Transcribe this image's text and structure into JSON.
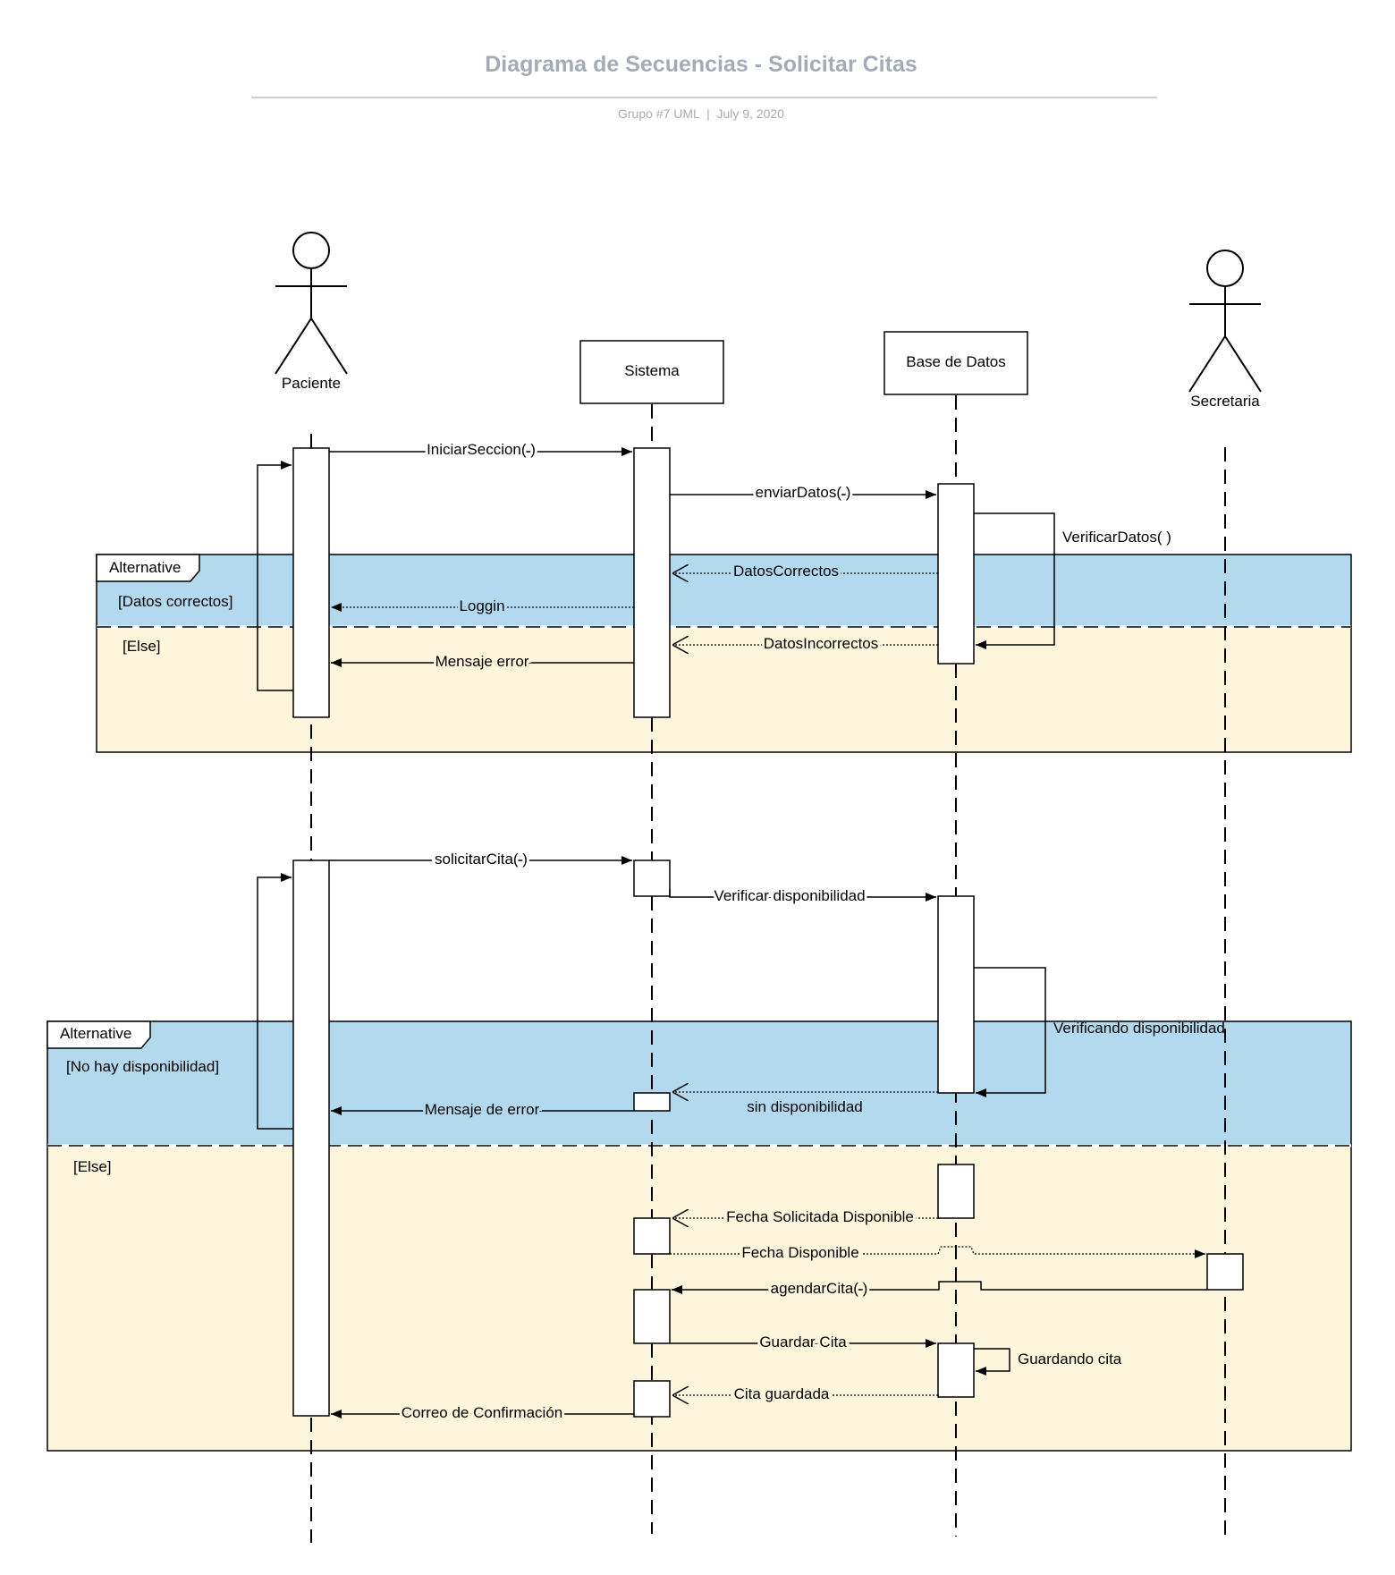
{
  "header": {
    "title": "Diagrama de Secuencias - Solicitar Citas",
    "subtitle": "Grupo #7 UML  |  July 9, 2020"
  },
  "colors": {
    "alt_blue": "#b3d9ef",
    "alt_yellow": "#fdf5dc",
    "title_gray": "#a3acb6"
  },
  "participants": [
    {
      "id": "paciente",
      "label": "Paciente",
      "kind": "actor"
    },
    {
      "id": "sistema",
      "label": "Sistema",
      "kind": "object"
    },
    {
      "id": "bd",
      "label": "Base de Datos",
      "kind": "object"
    },
    {
      "id": "secretaria",
      "label": "Secretaria",
      "kind": "actor"
    }
  ],
  "fragments": [
    {
      "operator": "Alternative",
      "guard1": "[Datos correctos]",
      "guard2": "[Else]"
    },
    {
      "operator": "Alternative",
      "guard1": "[No hay disponibilidad]",
      "guard2": "[Else]"
    }
  ],
  "messages": [
    {
      "id": "m1",
      "label": "IniciarSeccion( )",
      "from": "paciente",
      "to": "sistema",
      "type": "sync"
    },
    {
      "id": "m2",
      "label": "enviarDatos( )",
      "from": "sistema",
      "to": "bd",
      "type": "sync"
    },
    {
      "id": "m3",
      "label": "VerificarDatos( )",
      "from": "bd",
      "to": "bd",
      "type": "self"
    },
    {
      "id": "m4",
      "label": "DatosCorrectos",
      "from": "bd",
      "to": "sistema",
      "type": "reply"
    },
    {
      "id": "m5",
      "label": "Loggin",
      "from": "sistema",
      "to": "paciente",
      "type": "reply"
    },
    {
      "id": "m6",
      "label": "DatosIncorrectos",
      "from": "bd",
      "to": "sistema",
      "type": "reply"
    },
    {
      "id": "m7",
      "label": "Mensaje error",
      "from": "sistema",
      "to": "paciente",
      "type": "sync"
    },
    {
      "id": "m8",
      "label": "solicitarCita( )",
      "from": "paciente",
      "to": "sistema",
      "type": "sync"
    },
    {
      "id": "m9",
      "label": "Verificar disponibilidad",
      "from": "sistema",
      "to": "bd",
      "type": "sync"
    },
    {
      "id": "m10",
      "label": "Verificando disponibilidad",
      "from": "bd",
      "to": "bd",
      "type": "self"
    },
    {
      "id": "m11",
      "label": "sin disponibilidad",
      "from": "bd",
      "to": "sistema",
      "type": "reply"
    },
    {
      "id": "m12",
      "label": "Mensaje de error",
      "from": "sistema",
      "to": "paciente",
      "type": "sync"
    },
    {
      "id": "m13",
      "label": "Fecha Solicitada Disponible",
      "from": "bd",
      "to": "sistema",
      "type": "reply"
    },
    {
      "id": "m14",
      "label": "Fecha Disponible",
      "from": "sistema",
      "to": "secretaria",
      "type": "reply"
    },
    {
      "id": "m15",
      "label": "agendarCita( )",
      "from": "secretaria",
      "to": "sistema",
      "type": "sync"
    },
    {
      "id": "m16",
      "label": "Guardar Cita",
      "from": "sistema",
      "to": "bd",
      "type": "sync"
    },
    {
      "id": "m17",
      "label": "Guardando cita",
      "from": "bd",
      "to": "bd",
      "type": "self"
    },
    {
      "id": "m18",
      "label": "Cita guardada",
      "from": "bd",
      "to": "sistema",
      "type": "reply"
    },
    {
      "id": "m19",
      "label": "Correo de Confirmación",
      "from": "sistema",
      "to": "paciente",
      "type": "sync"
    }
  ]
}
